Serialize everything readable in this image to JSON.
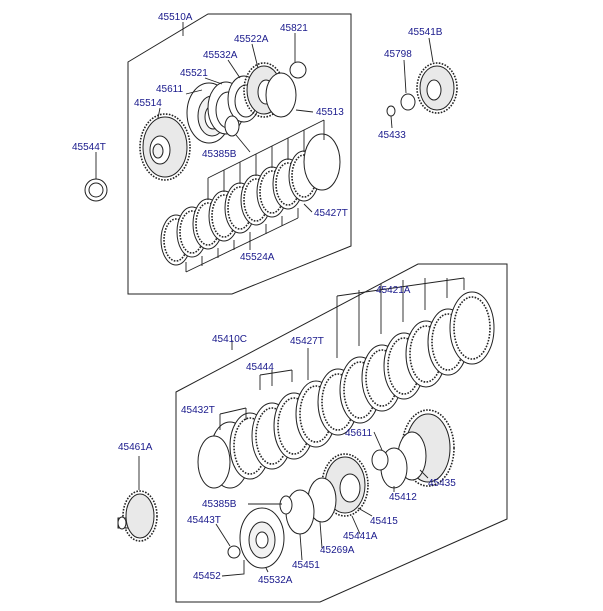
{
  "labels": {
    "p45510A": "45510A",
    "p45821": "45821",
    "p45522A_top": "45522A",
    "p45532A_top": "45532A",
    "p45521": "45521",
    "p45611_top": "45611",
    "p45514": "45514",
    "p45513": "45513",
    "p45385B_top": "45385B",
    "p45427T_top": "45427T",
    "p45524A": "45524A",
    "p45544T": "45544T",
    "p45541B": "45541B",
    "p45798": "45798",
    "p45433": "45433",
    "p45421A": "45421A",
    "p45410C": "45410C",
    "p45427T_bot": "45427T",
    "p45444": "45444",
    "p45432T": "45432T",
    "p45611_bot": "45611",
    "p45461A": "45461A",
    "p45435": "45435",
    "p45412": "45412",
    "p45385B_bot": "45385B",
    "p45415": "45415",
    "p45443T": "45443T",
    "p45441A": "45441A",
    "p45269A": "45269A",
    "p45451": "45451",
    "p45452": "45452",
    "p45532A_bot": "45532A"
  }
}
